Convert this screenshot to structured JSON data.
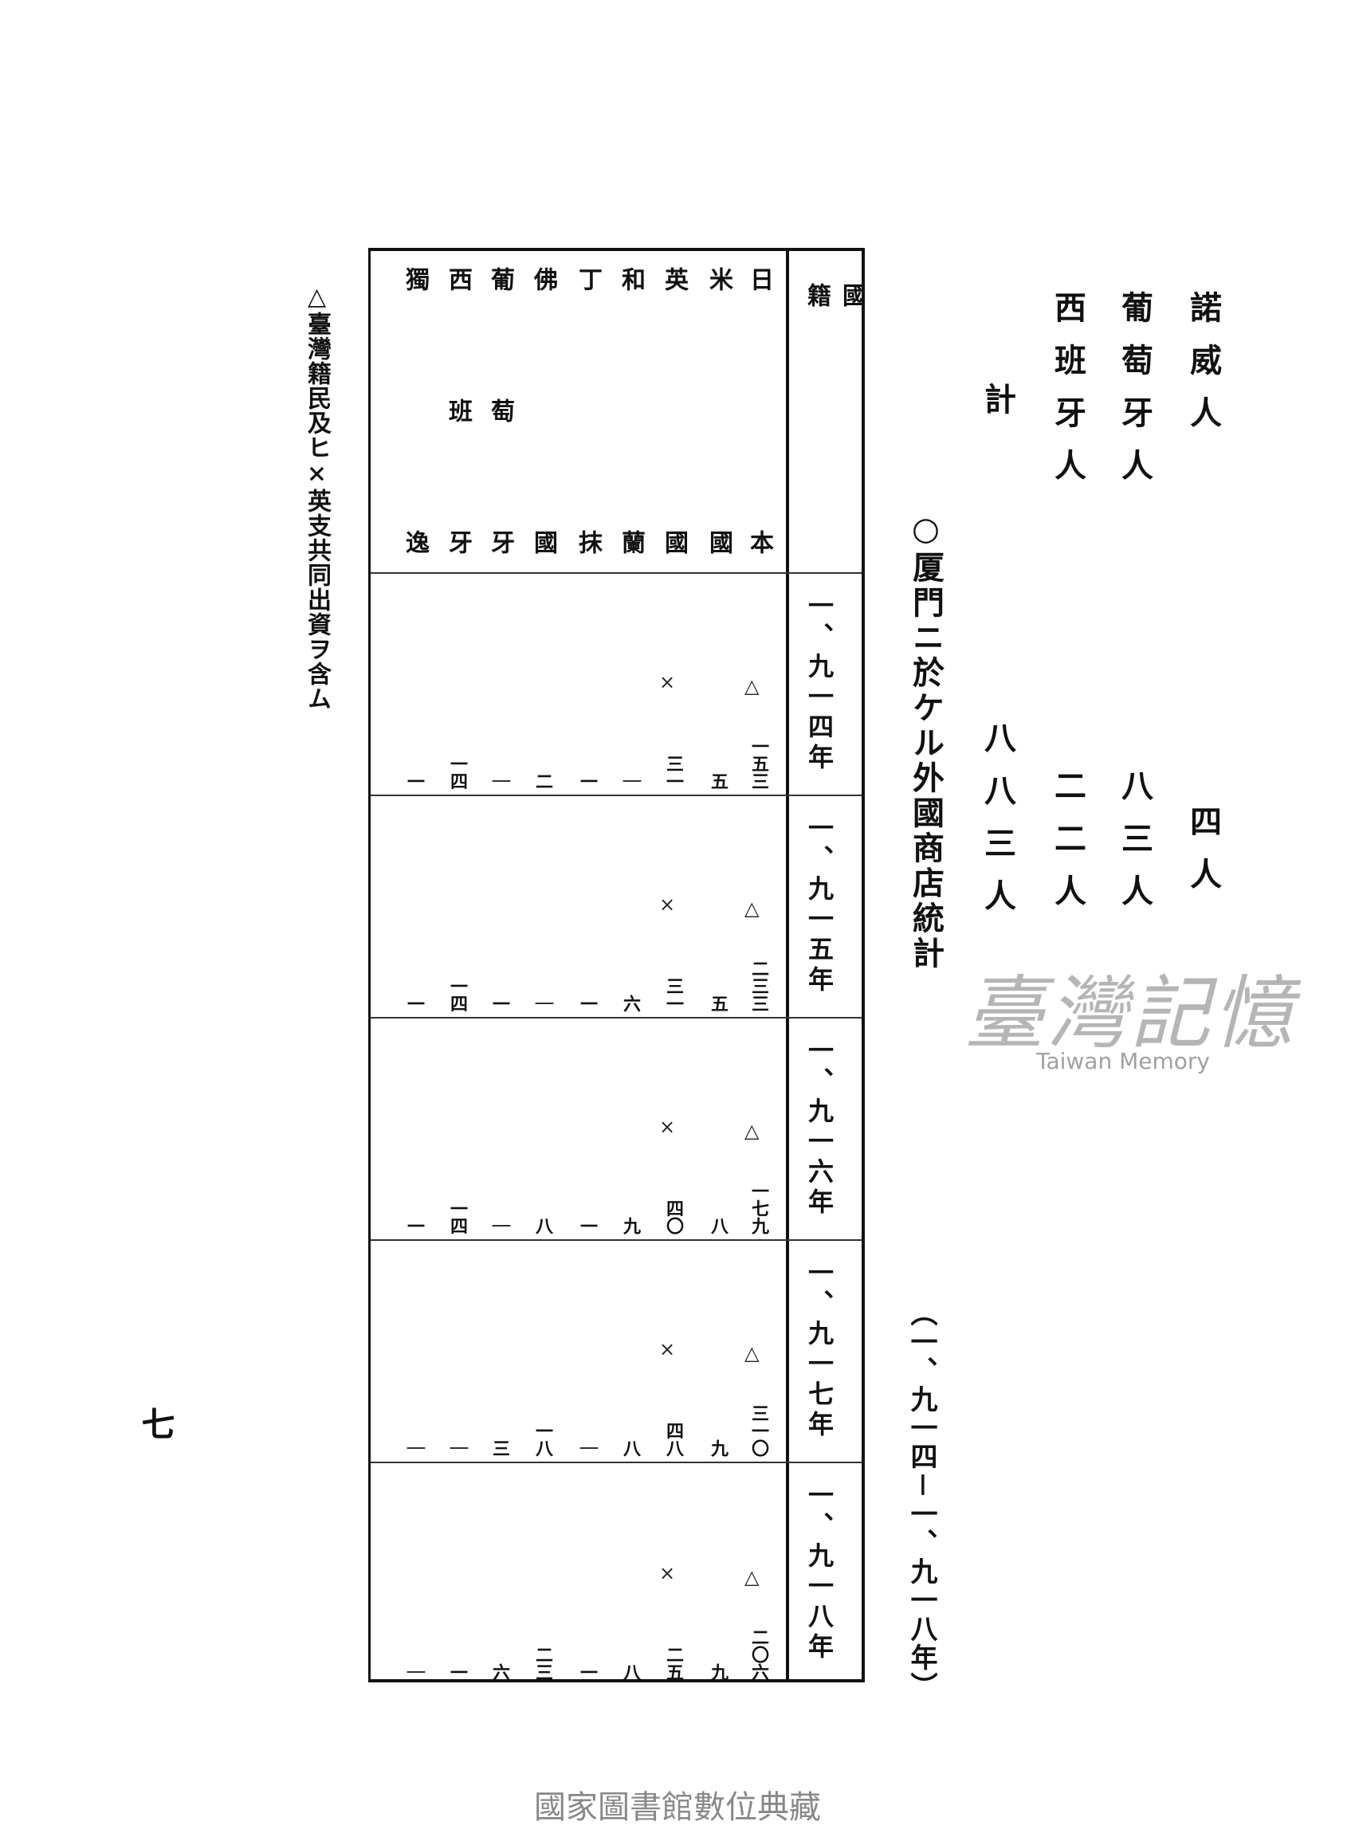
{
  "continued_list": [
    {
      "label": "諾威人",
      "count": "四人"
    },
    {
      "label": "葡萄牙人",
      "count": "八三人"
    },
    {
      "label": "西班牙人",
      "count": "二二人"
    },
    {
      "label": "計",
      "count": "八八三人"
    }
  ],
  "section_title": "○厦門ニ於ケル外國商店統計",
  "section_period": "（一、九一四－一、九一八年）",
  "table": {
    "header_label": "國籍",
    "countries": [
      "日本",
      "米國",
      "英國",
      "和蘭",
      "丁抹",
      "佛國",
      "葡萄牙",
      "西班牙",
      "獨逸"
    ],
    "years": [
      {
        "year": "一、九一四年",
        "values": [
          "一五三",
          "五",
          "三一",
          "｜",
          "一",
          "二",
          "｜",
          "一四",
          "一"
        ]
      },
      {
        "year": "一、九一五年",
        "values": [
          "二三三",
          "五",
          "三一",
          "六",
          "一",
          "｜",
          "一",
          "一四",
          "一"
        ]
      },
      {
        "year": "一、九一六年",
        "values": [
          "一七九",
          "八",
          "四〇",
          "九",
          "一",
          "八",
          "｜",
          "一四",
          "一"
        ]
      },
      {
        "year": "一、九一七年",
        "values": [
          "三一〇",
          "九",
          "四八",
          "八",
          "｜",
          "一八",
          "三",
          "｜",
          "｜"
        ]
      },
      {
        "year": "一、九一八年",
        "values": [
          "二〇六",
          "九",
          "二五",
          "八",
          "一",
          "二三",
          "六",
          "一",
          "｜"
        ]
      }
    ],
    "marks": {
      "japan": "△",
      "britain": "×"
    }
  },
  "footnote": "△臺灣籍民及ヒ×英支共同出資ヲ含ム",
  "page_number": "七",
  "watermark": {
    "logo": "臺灣記憶",
    "caption": "Taiwan Memory"
  },
  "footer": "國家圖書館數位典藏"
}
